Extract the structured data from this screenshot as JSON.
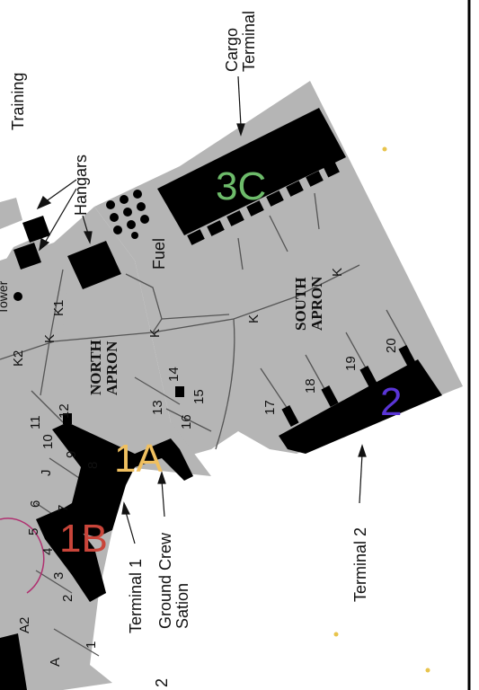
{
  "colors": {
    "apron": "#b5b5b5",
    "building": "#000000",
    "line": "#555555",
    "label_3c": "#6dbb6a",
    "label_1a": "#f0c060",
    "label_1b": "#c9453a",
    "label_2": "#5a35d6",
    "dot": "#e8c44c",
    "circle": "#b03070"
  },
  "labels": {
    "cargo_terminal": "Cargo\nTerminal",
    "hangars": "Hangars",
    "training": "Training",
    "fuel": "Fuel",
    "tower": "Tower",
    "north_apron": "NORTH\nAPRON",
    "south_apron": "SOUTH\nAPRON",
    "terminal_1": "Terminal 1",
    "ground_crew": "Ground Crew\nSation",
    "terminal_2": "Terminal 2"
  },
  "terminal_codes": {
    "t3c": "3C",
    "t1a": "1A",
    "t1b": "1B",
    "t2": "2"
  },
  "taxiways": {
    "k1": "K1",
    "k2": "K2",
    "k": "K",
    "j": "J",
    "a": "A",
    "a2": "A2"
  },
  "gates": [
    "1",
    "2",
    "3",
    "4",
    "5",
    "6",
    "7",
    "8",
    "9",
    "10",
    "11",
    "12",
    "13",
    "14",
    "15",
    "16",
    "17",
    "18",
    "19",
    "20"
  ],
  "edge_text": {
    "bottom_number": "2"
  }
}
